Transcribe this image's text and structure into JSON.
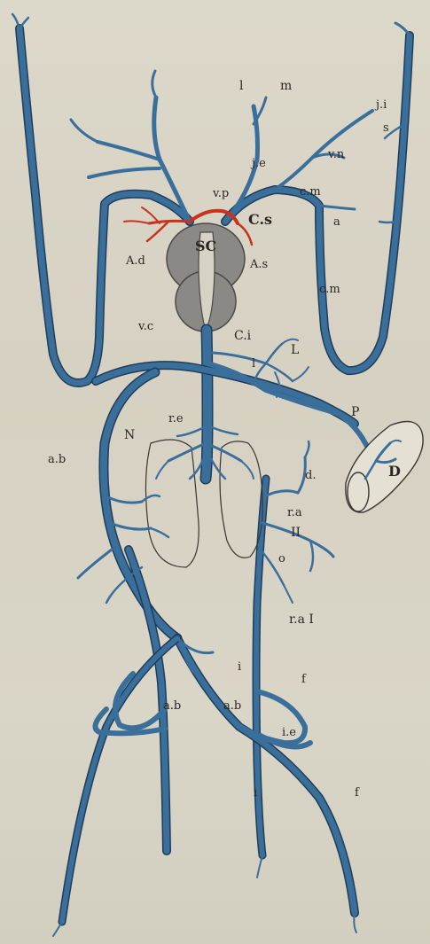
{
  "figure": {
    "labels": {
      "l": "l",
      "m": "m",
      "ji": "j.i",
      "s": "s",
      "vn": "v.n",
      "je": "j.e",
      "vp": "v.p",
      "cm_top": "c.m",
      "cs": "C.s",
      "a": "a",
      "sc": "SC",
      "ad": "A.d",
      "as": "A.s",
      "cm_side": "c.m",
      "vc": "v.c",
      "ci": "C.i",
      "L": "L",
      "one": "l",
      "P": "P",
      "re": "r.e",
      "N": "N",
      "ab_left": "a.b",
      "D": "D",
      "d": "d.",
      "ra_upper": "r.a",
      "II": "II",
      "o": "o",
      "ra_lower": "r.a I",
      "i_mid": "i",
      "f_mid": "f",
      "ab_c1": "a.b",
      "ab_c2": "a.b",
      "ie": "i.e",
      "i_low": "i",
      "f_low": "f"
    }
  }
}
